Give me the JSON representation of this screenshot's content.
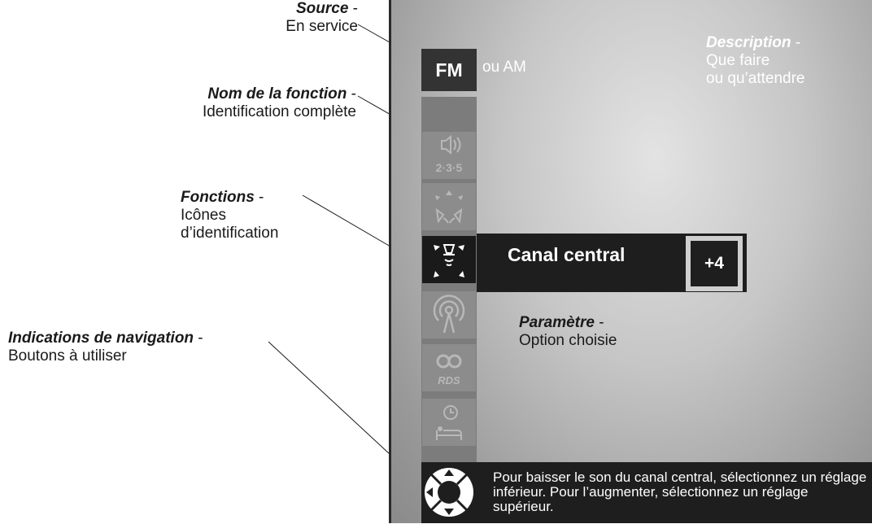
{
  "annotations": {
    "source": {
      "label": "Source",
      "suffix": " -",
      "text": "En service"
    },
    "function_name": {
      "label": "Nom de la fonction",
      "suffix": " -",
      "text": "Identification complète"
    },
    "functions": {
      "label": "Fonctions",
      "suffix": " -",
      "line1": "Icônes",
      "line2": "d’identification"
    },
    "navigation": {
      "label": "Indications de navigation",
      "suffix": " -",
      "text": "Boutons à utiliser"
    },
    "description": {
      "label": "Description",
      "suffix": " -",
      "line1": "Que faire",
      "line2": "ou qu’attendre"
    },
    "parameter": {
      "label": "Paramètre",
      "suffix": " -",
      "text": "Option choisie"
    }
  },
  "screen": {
    "source_value": "FM",
    "source_alt": "ou AM",
    "function_name": "Canal central",
    "parameter_value": "+4",
    "nav_text": "Pour baisser le son du canal central, sélectionnez un réglage inférieur. Pour l’augmenter, sélectionnez un réglage supérieur.",
    "sidebar_icons": [
      {
        "name": "volume-icon",
        "label": "2·3·5",
        "active": false
      },
      {
        "name": "surround-speakers-icon",
        "active": false
      },
      {
        "name": "center-channel-icon",
        "active": true
      },
      {
        "name": "antenna-icon",
        "active": false
      },
      {
        "name": "rds-icon",
        "label": "RDS",
        "active": false
      },
      {
        "name": "sleep-timer-icon",
        "active": false
      }
    ]
  },
  "colors": {
    "panel_dark": "#1e1e1e",
    "sidebar": "#7c7c7c",
    "text_light": "#ffffff"
  }
}
